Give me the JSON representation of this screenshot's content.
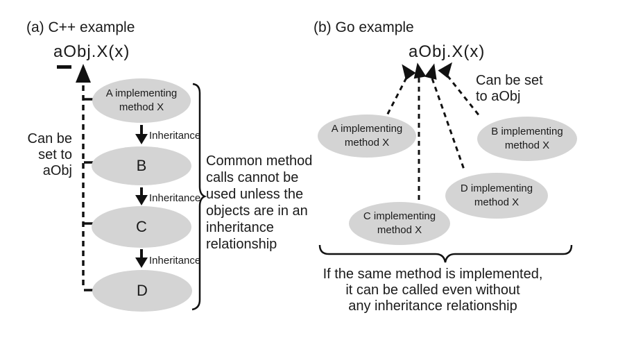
{
  "panel_a": {
    "title": "(a) C++ example",
    "call_expression": "aObj.X(x)",
    "side_note": "Can be\nset to\naObj",
    "edge_label": "Inheritance",
    "nodes": [
      {
        "label": "A implementing\nmethod X"
      },
      {
        "label": "B"
      },
      {
        "label": "C"
      },
      {
        "label": "D"
      }
    ],
    "brace_note": "Common method\ncalls cannot be\nused unless the\nobjects are in an\ninheritance\nrelationship"
  },
  "panel_b": {
    "title": "(b) Go example",
    "call_expression": "aObj.X(x)",
    "side_note": "Can be set\nto aObj",
    "nodes": [
      {
        "label": "A implementing\nmethod X"
      },
      {
        "label": "B implementing\nmethod X"
      },
      {
        "label": "C implementing\nmethod X"
      },
      {
        "label": "D implementing\nmethod X"
      }
    ],
    "caption": "If the same method is implemented,\nit can be called even without\nany inheritance relationship"
  },
  "colors": {
    "node_fill": "#d4d4d4",
    "ink": "#111111"
  }
}
